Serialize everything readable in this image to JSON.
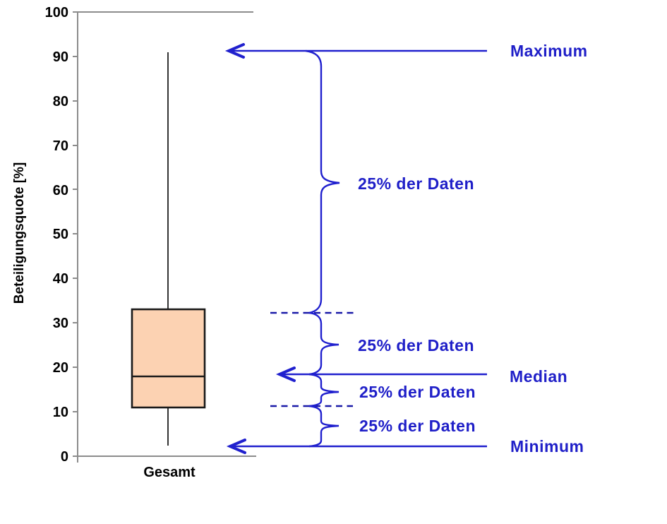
{
  "chart_data": {
    "type": "boxplot",
    "title": "",
    "ylabel": "Beteiligungsquote [%]",
    "xlabel": "",
    "categories": [
      "Gesamt"
    ],
    "ylim": [
      0,
      100
    ],
    "yticks": [
      0,
      10,
      20,
      30,
      40,
      50,
      60,
      70,
      80,
      90,
      100
    ],
    "grid": false,
    "legend": false,
    "series": [
      {
        "name": "Gesamt",
        "minimum": 2.5,
        "q1": 11,
        "median": 18,
        "q3": 33,
        "maximum": 91
      }
    ],
    "annotations": [
      {
        "text": "Maximum",
        "kind": "arrow",
        "points_to_value": 91
      },
      {
        "text": "25% der Daten",
        "kind": "brace",
        "value_range": [
          33,
          91
        ]
      },
      {
        "text": "25% der Daten",
        "kind": "brace",
        "value_range": [
          18,
          33
        ]
      },
      {
        "text": "Median",
        "kind": "arrow",
        "points_to_value": 18
      },
      {
        "text": "25% der Daten",
        "kind": "brace",
        "value_range": [
          11,
          18
        ]
      },
      {
        "text": "25% der Daten",
        "kind": "brace",
        "value_range": [
          2.5,
          11
        ]
      },
      {
        "text": "Minimum",
        "kind": "arrow",
        "points_to_value": 2.5
      }
    ],
    "colors": {
      "box_fill": "#FCD2B2",
      "box_border": "#1a1a1a",
      "annotation_blue": "#1F1FC8",
      "dashed_blue": "#1A1AA8",
      "axis_gray": "#8C8C8C",
      "background": "#FFFFFF"
    }
  },
  "labels": {
    "ylabel": "Beteiligungsquote [%]",
    "category": "Gesamt",
    "maximum": "Maximum",
    "median": "Median",
    "minimum": "Minimum",
    "quartile": [
      "25% der Daten",
      "25% der Daten",
      "25% der Daten",
      "25% der Daten"
    ]
  }
}
